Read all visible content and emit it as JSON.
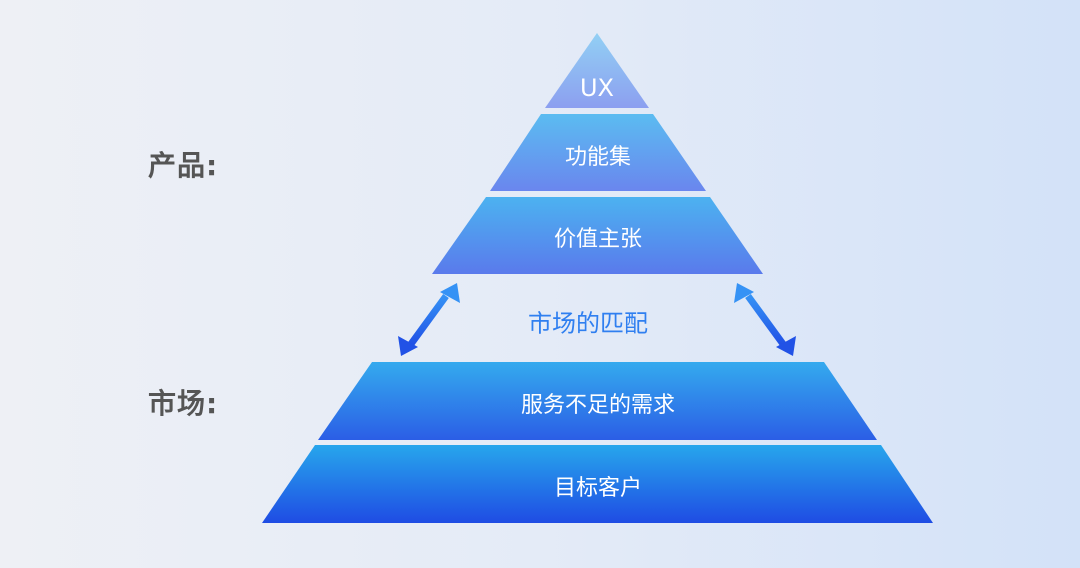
{
  "labels": {
    "product": "产品:",
    "market": "市场:"
  },
  "layers": [
    "UX",
    "功能集",
    "价值主张",
    "服务不足的需求",
    "目标客户"
  ],
  "match_text": "市场的匹配",
  "colors": {
    "match_text": "#2f7ff0",
    "label": "#555555"
  }
}
